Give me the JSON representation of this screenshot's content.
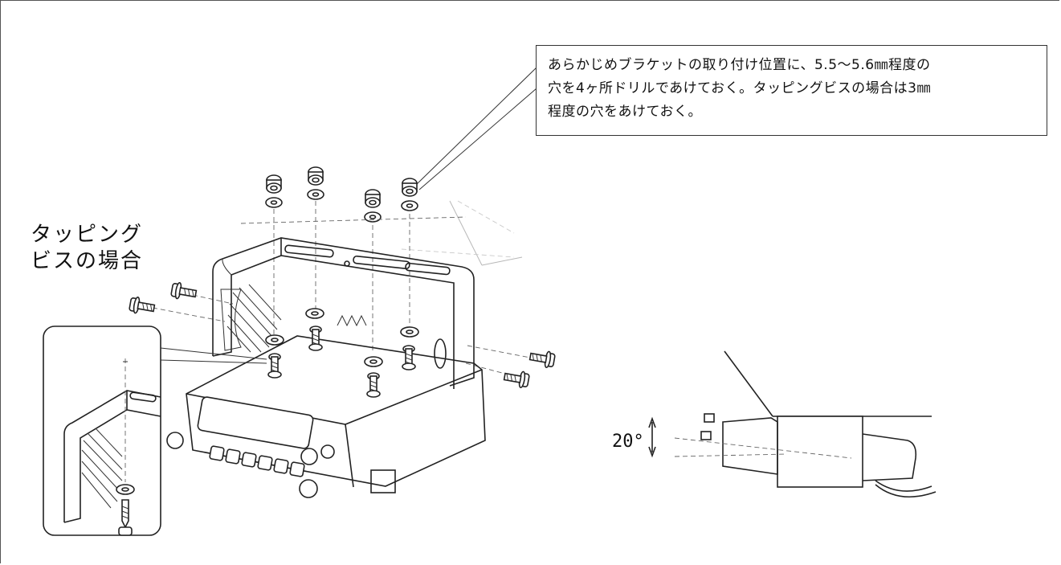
{
  "callout": {
    "lines": [
      "あらかじめブラケットの取り付け位置に、5.5〜5.6㎜程度の",
      "穴を4ヶ所ドリルであけておく。タッピングビスの場合は3㎜",
      "程度の穴をあけておく。"
    ]
  },
  "tapping_label": {
    "line1": "タッピング",
    "line2": "ビスの場合"
  },
  "angle_label": "20°"
}
